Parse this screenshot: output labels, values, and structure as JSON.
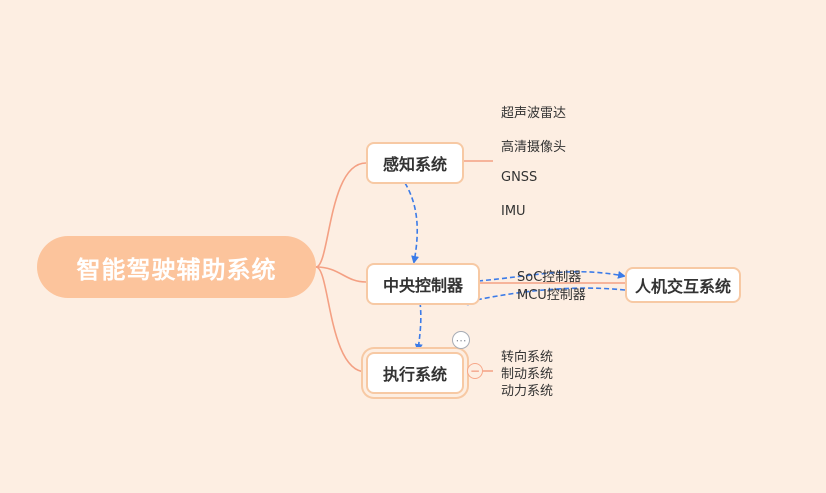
{
  "colors": {
    "background": "#fdeee2",
    "root_fill": "#fcc49c",
    "branch_line": "#f4a083",
    "node_border": "#f7c9a4",
    "dashed_arrow": "#3b7be8"
  },
  "root": {
    "label": "智能驾驶辅助系统"
  },
  "nodes": {
    "perception": {
      "label": "感知系统"
    },
    "controller": {
      "label": "中央控制器"
    },
    "execution": {
      "label": "执行系统"
    },
    "hmi": {
      "label": "人机交互系统"
    }
  },
  "perception_leaves": [
    "超声波雷达",
    "高清摄像头",
    "GNSS",
    "IMU"
  ],
  "execution_leaves": [
    "转向系统",
    "制动系统",
    "动力系统"
  ],
  "relations": {
    "soc": "SoC控制器",
    "mcu": "MCU控制器"
  },
  "icons": {
    "comment": "comment-icon",
    "collapse": "collapse-icon"
  }
}
